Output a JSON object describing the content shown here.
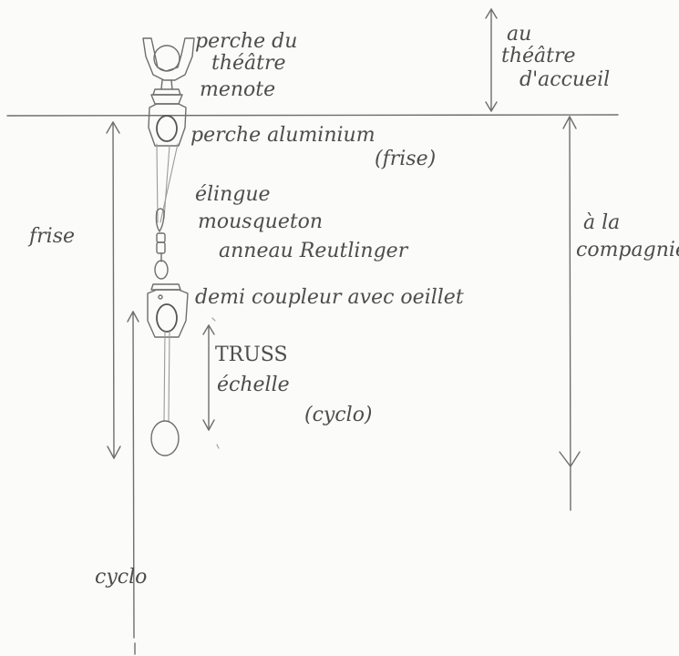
{
  "labels": {
    "perche_du_theatre": [
      "perche du",
      "théâtre"
    ],
    "menote": "menote",
    "au_theatre_daccueil": [
      "au",
      "théâtre",
      "d'accueil"
    ],
    "perche_aluminium": "perche aluminium",
    "frise_paren": "(frise)",
    "elingue": "élingue",
    "mousqueton": "mousqueton",
    "anneau_reutlinger": "anneau Reutlinger",
    "frise": "frise",
    "a_la_compagnie": [
      "à la",
      "compagnie"
    ],
    "demi_coupleur": "demi coupleur avec oeillet",
    "truss": "TRUSS",
    "echelle": "échelle",
    "cyclo_paren": "(cyclo)",
    "cyclo": "cyclo"
  }
}
